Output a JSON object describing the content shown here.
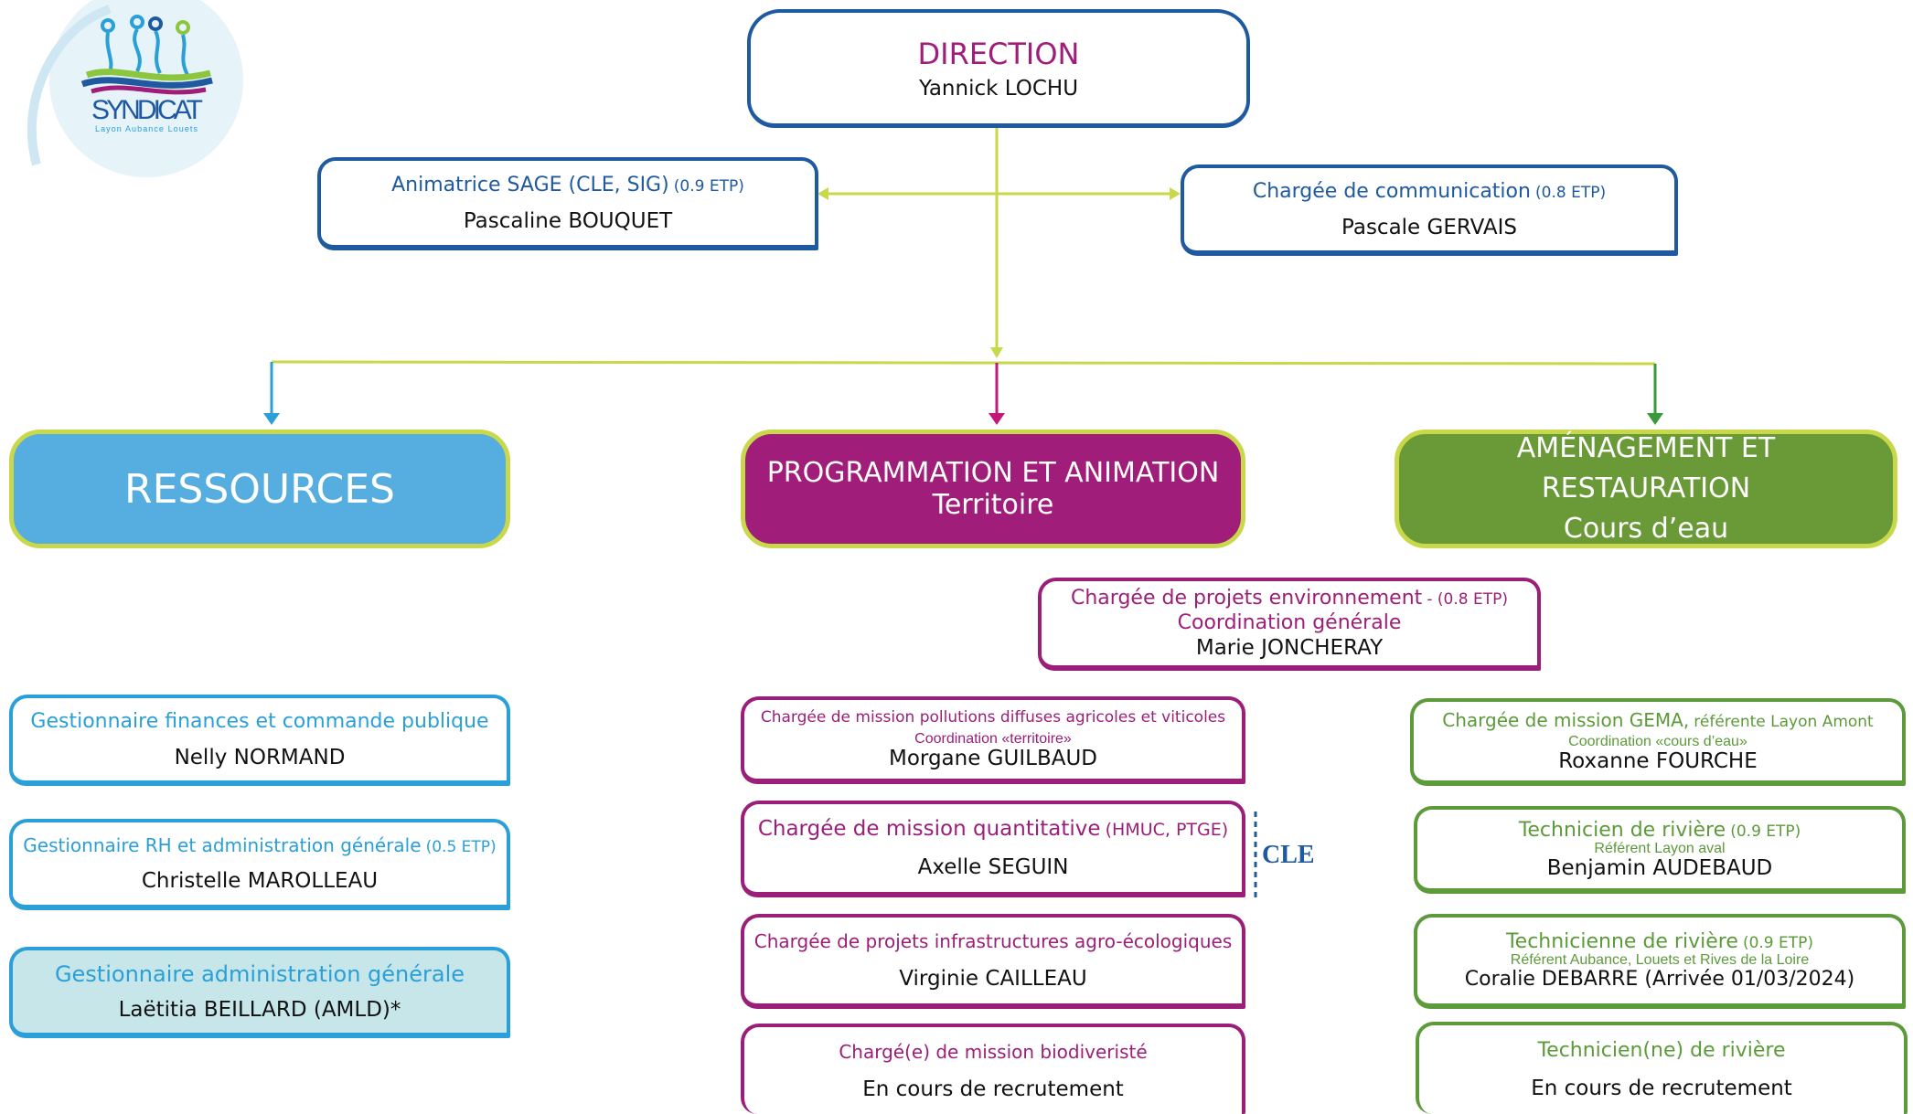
{
  "logo": {
    "name": "SYNDICAT",
    "subtitle": "Layon Aubance Louets"
  },
  "direction": {
    "title": "DIRECTION",
    "name": "Yannick LOCHU"
  },
  "support": [
    {
      "title": "Animatrice SAGE (CLE, SIG)",
      "note": "(0.9 ETP)",
      "name": "Pascaline BOUQUET"
    },
    {
      "title": "Chargée de communication",
      "note": "(0.8 ETP)",
      "name": "Pascale GERVAIS"
    }
  ],
  "divisions": {
    "ressources": {
      "title": "RESSOURCES",
      "color": "#56addf"
    },
    "programmation": {
      "line1": "PROGRAMMATION ET ANIMATION",
      "line2": "Territoire",
      "color": "#a01d79"
    },
    "amenagement": {
      "line1": "AMÉNAGEMENT ET",
      "line2": "RESTAURATION",
      "line3": "Cours d’eau",
      "color": "#6a9a37"
    }
  },
  "coordination": {
    "title": "Chargée de projets environnement",
    "note": "- (0.8 ETP)",
    "subtitle": "Coordination générale",
    "name": "Marie JONCHERAY"
  },
  "ressources_staff": [
    {
      "title": "Gestionnaire finances et commande publique",
      "note": "",
      "name": "Nelly NORMAND"
    },
    {
      "title": "Gestionnaire RH et administration générale",
      "note": "(0.5 ETP)",
      "name": "Christelle MAROLLEAU"
    },
    {
      "title": "Gestionnaire administration générale",
      "note": "",
      "name": "Laëtitia BEILLARD (AMLD)*"
    }
  ],
  "programmation_staff": [
    {
      "title": "Chargée de mission pollutions diffuses agricoles et viticoles",
      "note": "",
      "sub": "Coordination «territoire»",
      "name": "Morgane GUILBAUD"
    },
    {
      "title": "Chargée de mission quantitative",
      "note": "(HMUC, PTGE)",
      "sub": "",
      "name": "Axelle SEGUIN"
    },
    {
      "title": "Chargée de projets infrastructures agro-écologiques",
      "note": "",
      "sub": "",
      "name": "Virginie CAILLEAU"
    },
    {
      "title": "Chargé(e) de mission biodiveristé",
      "note": "",
      "sub": "",
      "name": "En cours de recrutement"
    }
  ],
  "cle_label": "CLE",
  "amenagement_staff": [
    {
      "title": "Chargée de mission GEMA,",
      "note": "référente Layon Amont",
      "sub": "Coordination «cours d’eau»",
      "name": "Roxanne FOURCHE"
    },
    {
      "title": "Technicien de rivière",
      "note": "(0.9 ETP)",
      "sub": "Référent Layon aval",
      "name": "Benjamin AUDEBAUD"
    },
    {
      "title": "Technicienne de rivière",
      "note": "(0.9 ETP)",
      "sub": "Référent Aubance, Louets et Rives de la Loire",
      "name": "Coralie DEBARRE (Arrivée 01/03/2024)"
    },
    {
      "title": "Technicien(ne) de rivière",
      "note": "",
      "sub": "",
      "name": "En cours de recrutement"
    }
  ]
}
